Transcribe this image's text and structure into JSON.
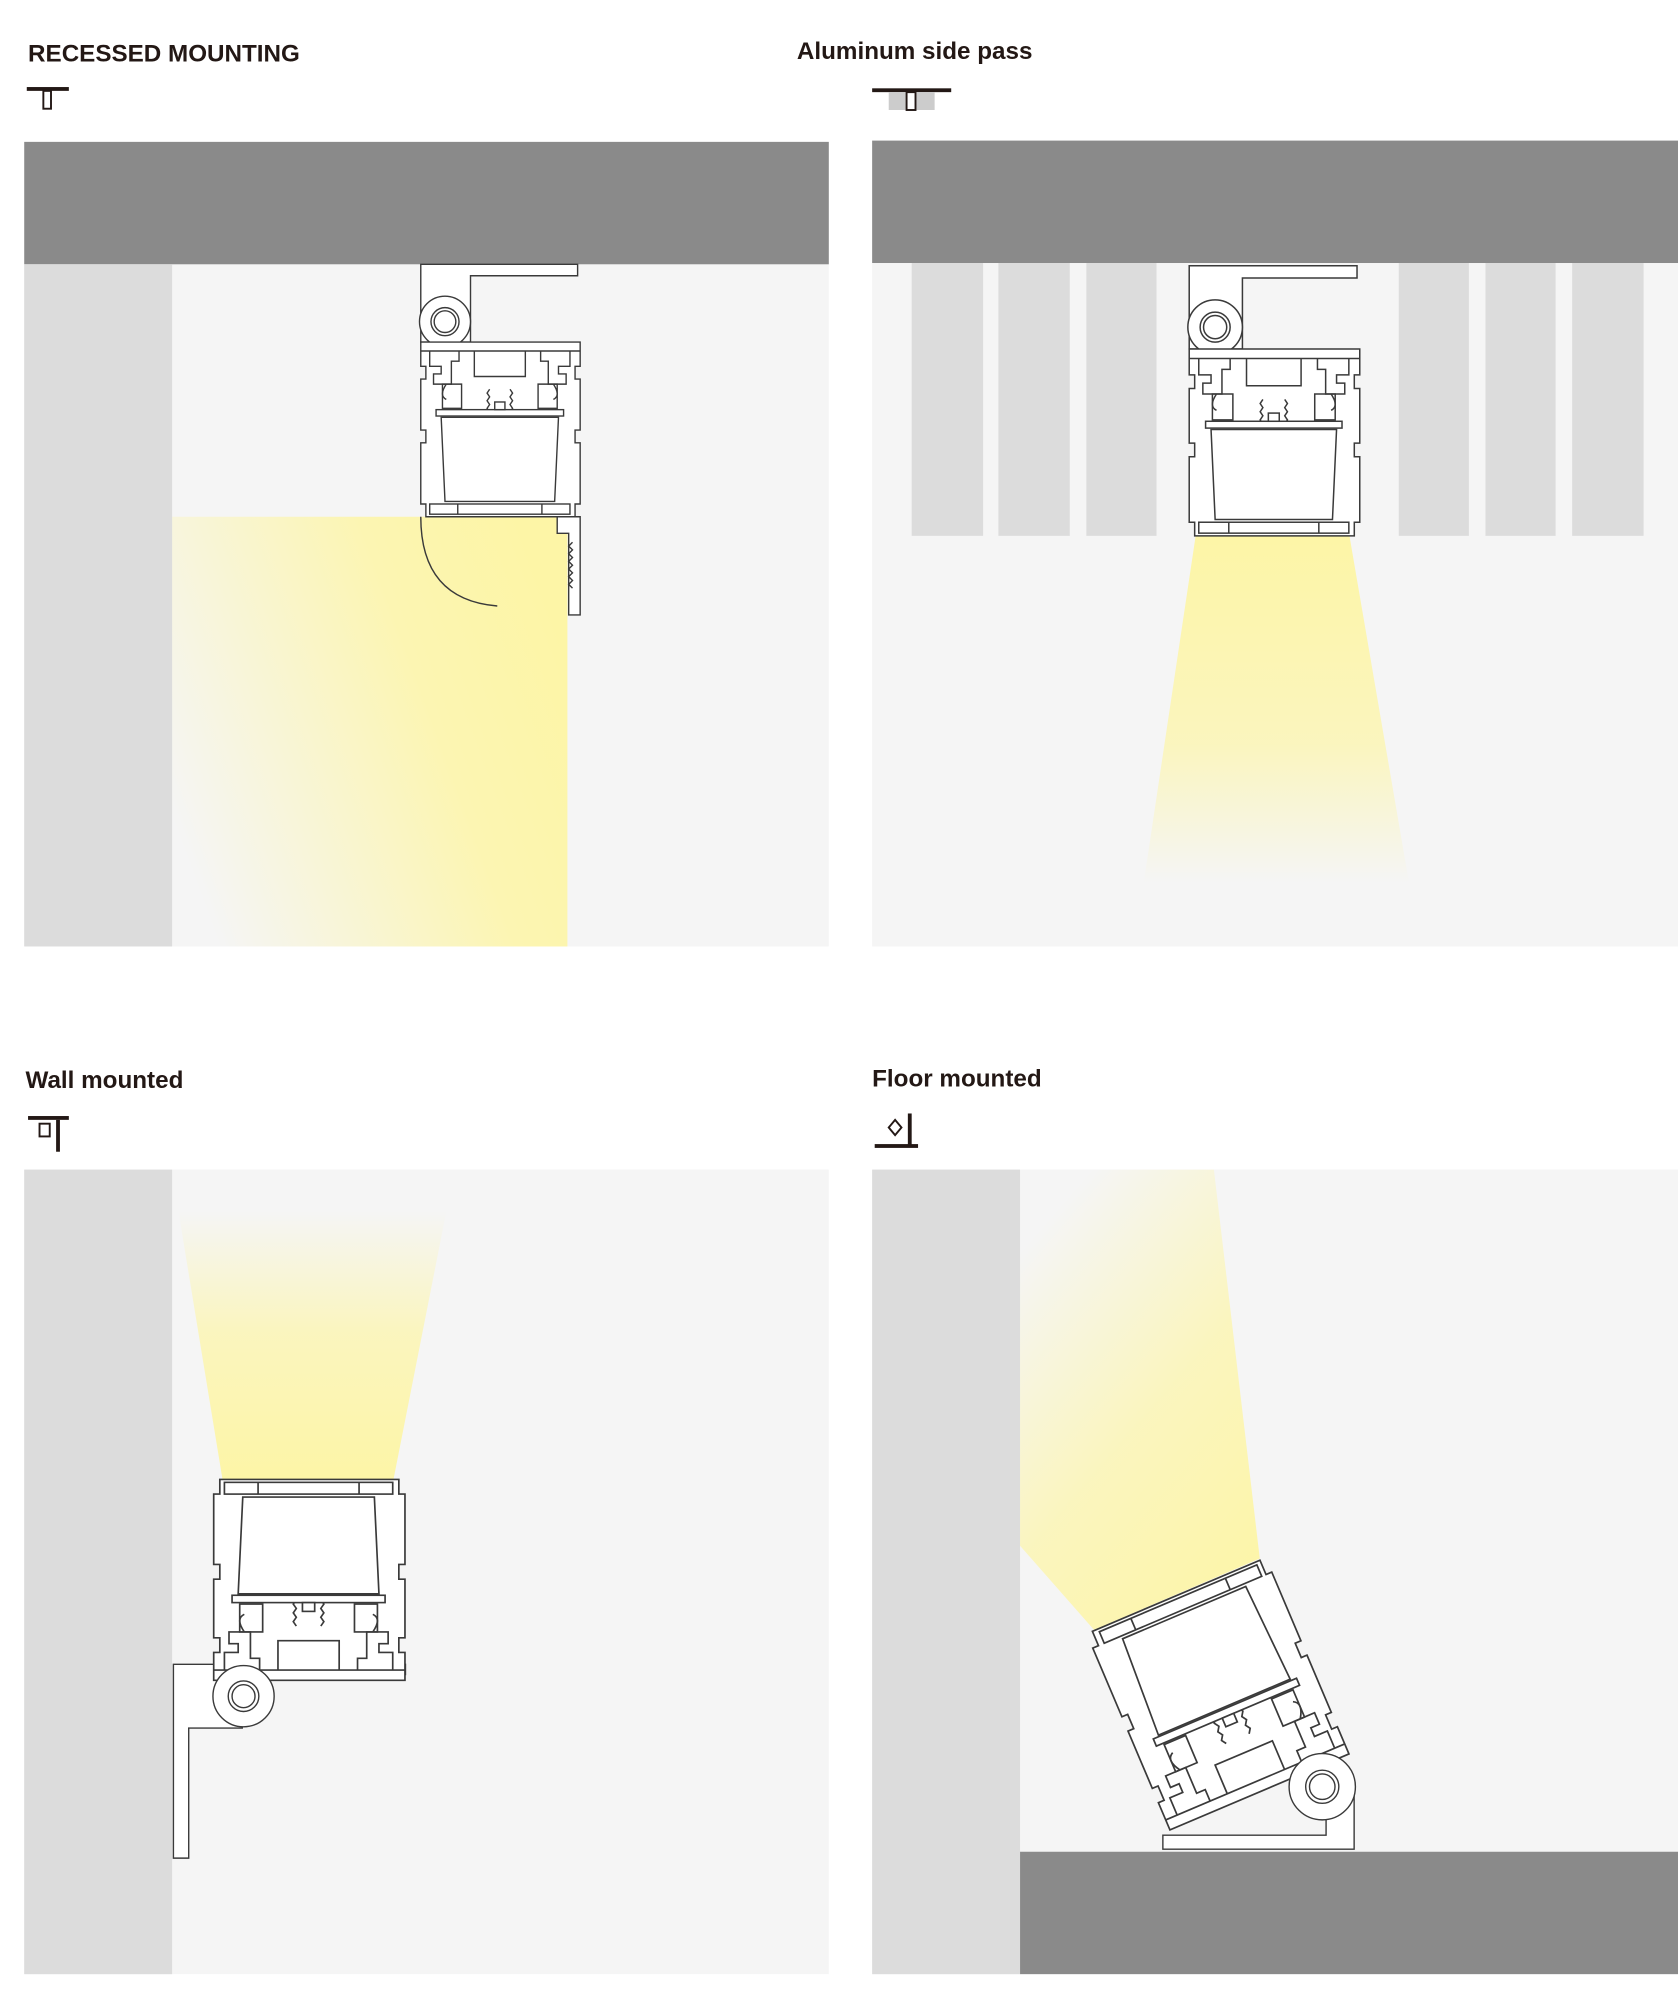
{
  "panels": [
    {
      "title": "RECESSED MOUNTING",
      "icon": "recessed-mount-icon"
    },
    {
      "title": "Aluminum side pass",
      "icon": "side-pass-mount-icon"
    },
    {
      "title": "Wall mounted",
      "icon": "wall-mount-icon"
    },
    {
      "title": "Floor mounted",
      "icon": "floor-mount-icon"
    }
  ],
  "colors": {
    "ceiling": "#8a8a8a",
    "wall": "#dcdcdc",
    "background": "#f5f5f5",
    "light": "#fdf5a6"
  }
}
